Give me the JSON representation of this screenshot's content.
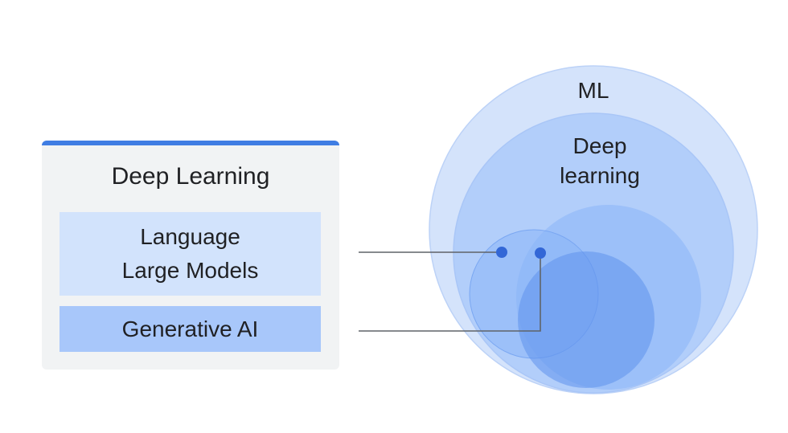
{
  "left_panel": {
    "title": "Deep Learning",
    "llm_label_line1": "Language",
    "llm_label_line2": "Large Models",
    "genai_label": "Generative AI"
  },
  "venn": {
    "ml_label": "ML",
    "deep_learning_line1": "Deep",
    "deep_learning_line2": "learning"
  },
  "colors": {
    "accent_bar": "#3f7de3",
    "card_bg": "#f1f3f4",
    "llm_box": "#d2e3fc",
    "genai_box": "#a8c7fa",
    "ml_circle": "#d4e3fb",
    "circle_fill": "#8ab4f8",
    "dot": "#3367d6",
    "connector": "#5f6368"
  }
}
